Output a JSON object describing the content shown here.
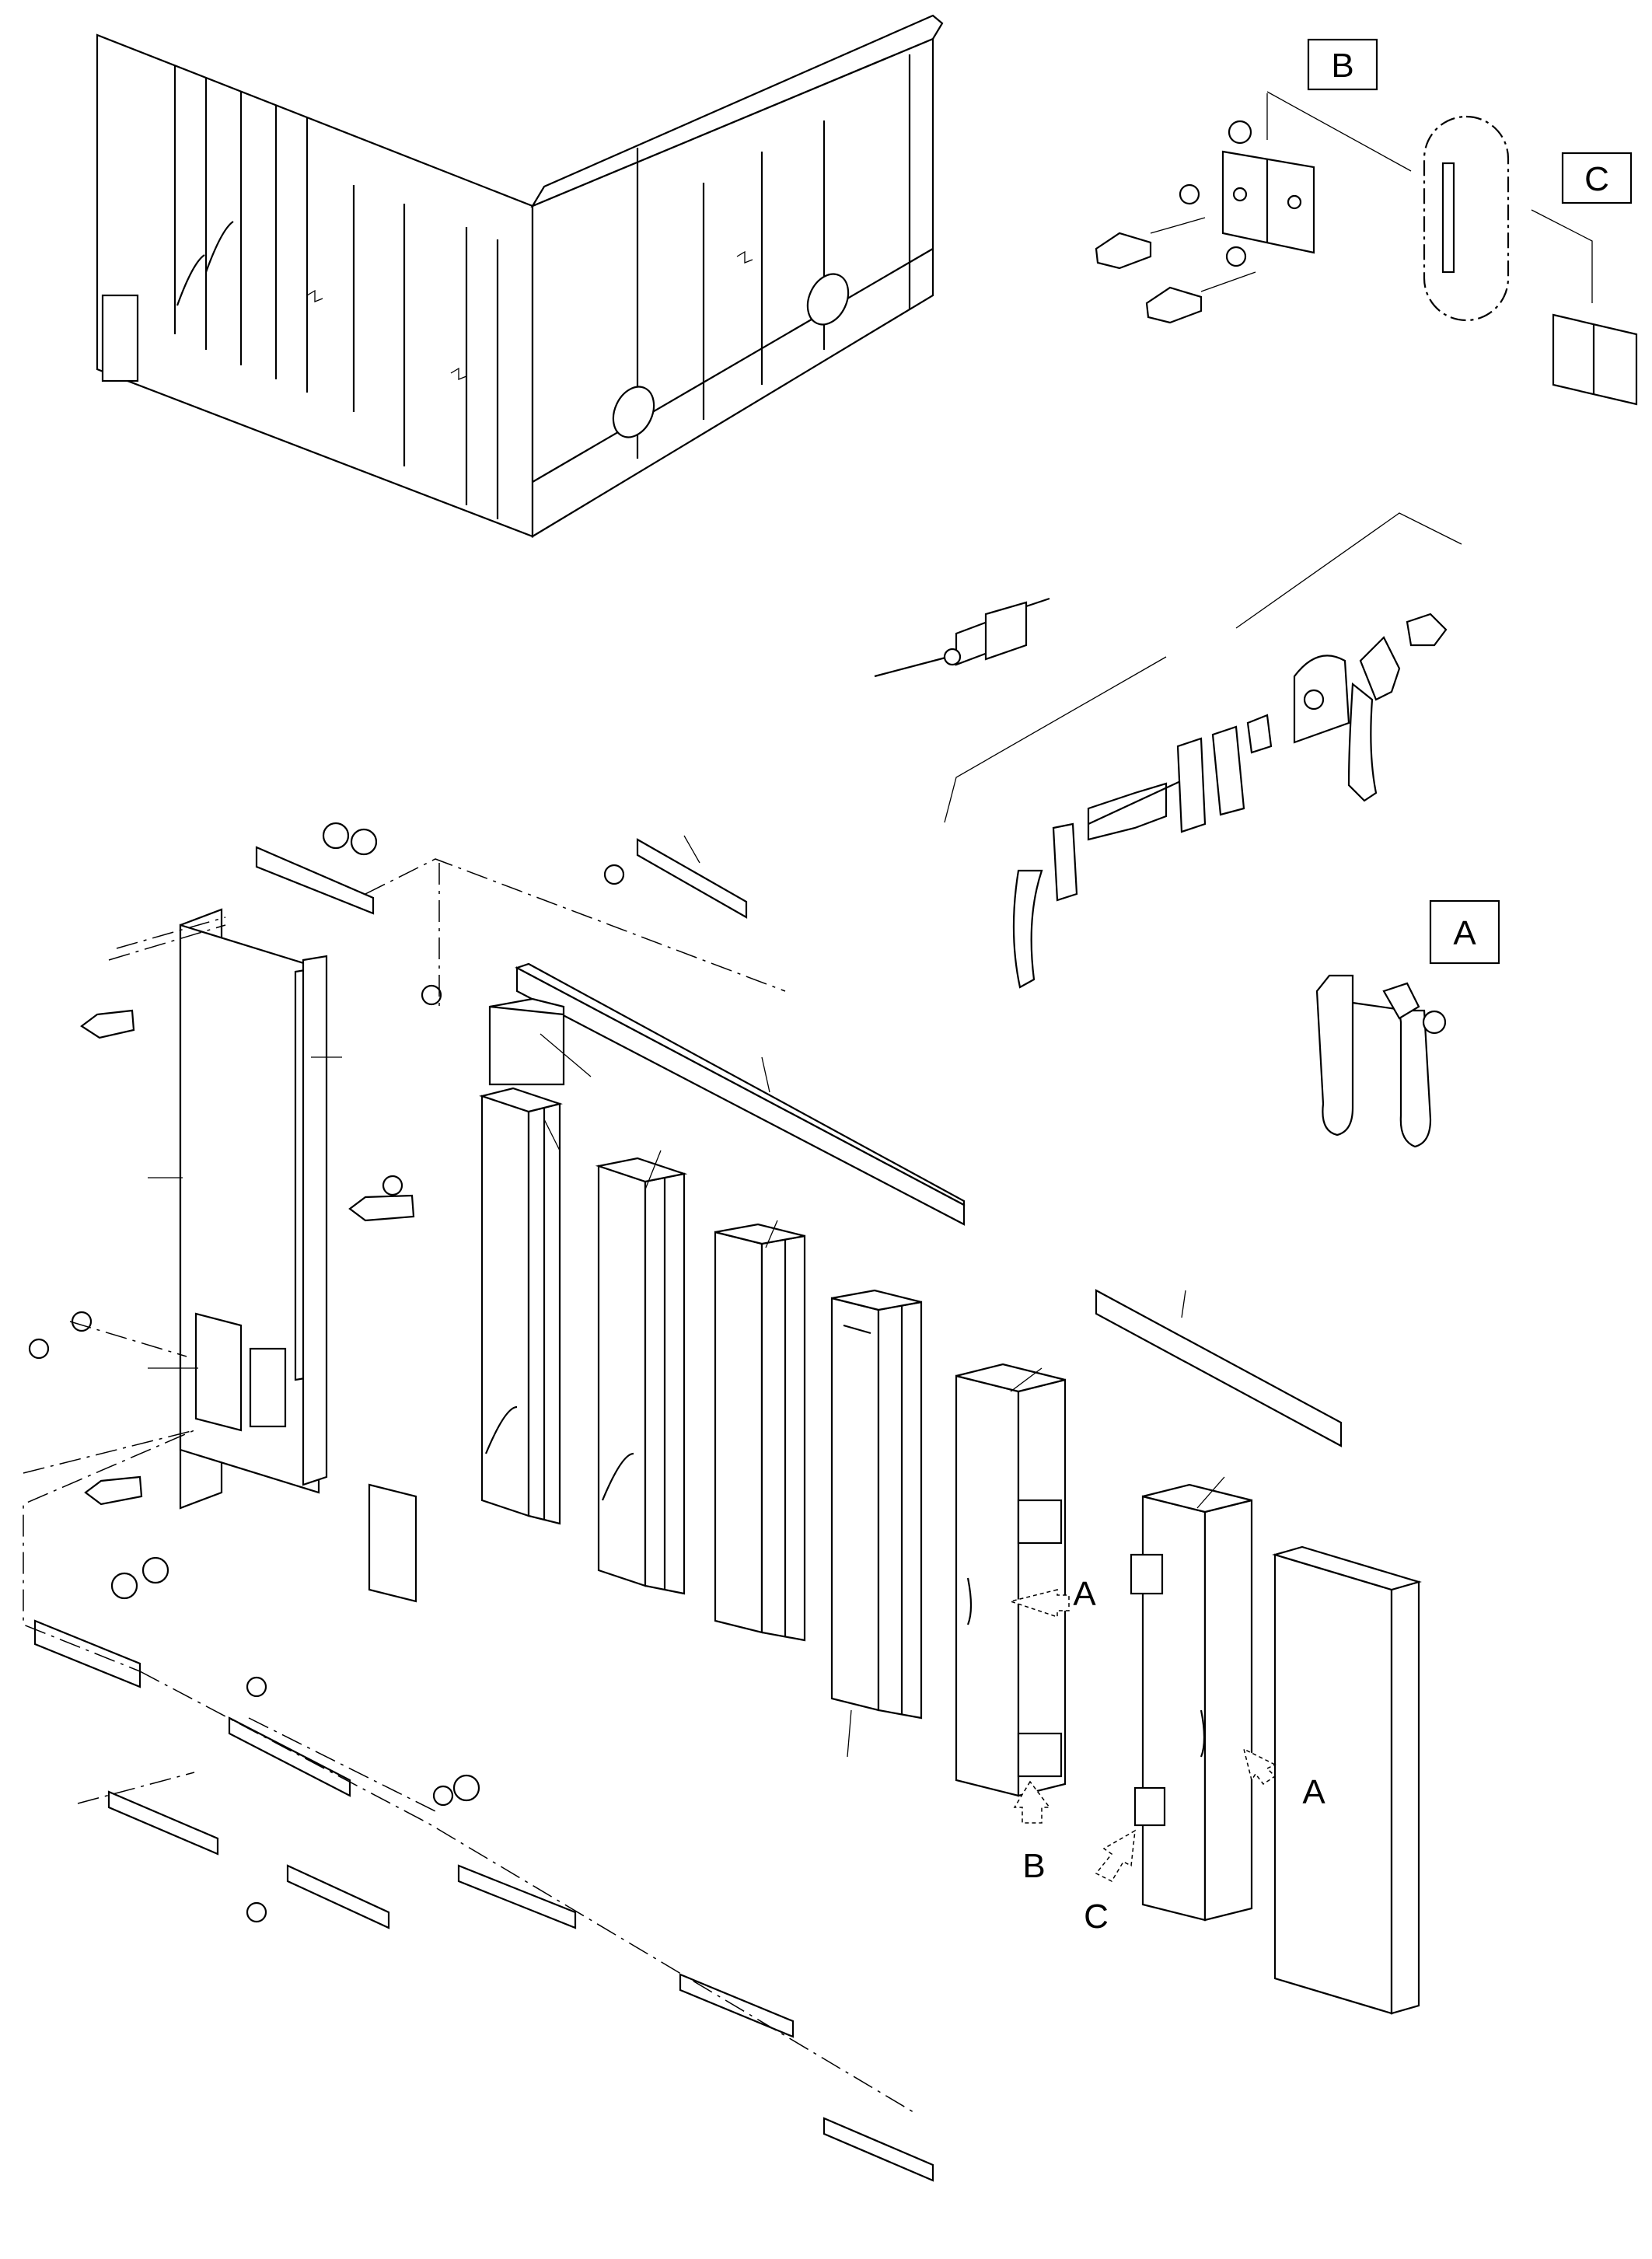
{
  "detail_labels": {
    "b": "B",
    "c": "C",
    "a": "A"
  },
  "view_labels": {
    "a_upper": "A",
    "a_lower": "A",
    "b": "B",
    "c": "C"
  }
}
